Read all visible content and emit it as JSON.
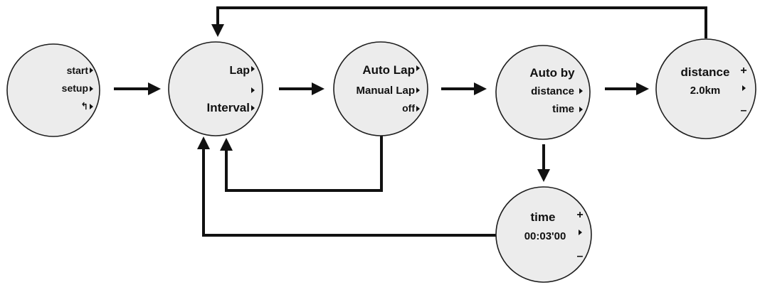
{
  "screens": {
    "main": {
      "items": [
        "start",
        "setup",
        "↰"
      ]
    },
    "lap_interval": {
      "lap": "Lap",
      "interval": "Interval"
    },
    "lap_mode": {
      "auto_lap": "Auto Lap",
      "manual_lap": "Manual Lap",
      "off": "off"
    },
    "auto_by": {
      "title": "Auto by",
      "distance": "distance",
      "time": "time"
    },
    "distance_set": {
      "title": "distance",
      "value": "2.0km",
      "plus": "+",
      "minus": "–"
    },
    "time_set": {
      "title": "time",
      "value": "00:03'00",
      "plus": "+",
      "minus": "–"
    }
  },
  "colors": {
    "screen_fill": "#ececec",
    "ink": "#111111"
  }
}
